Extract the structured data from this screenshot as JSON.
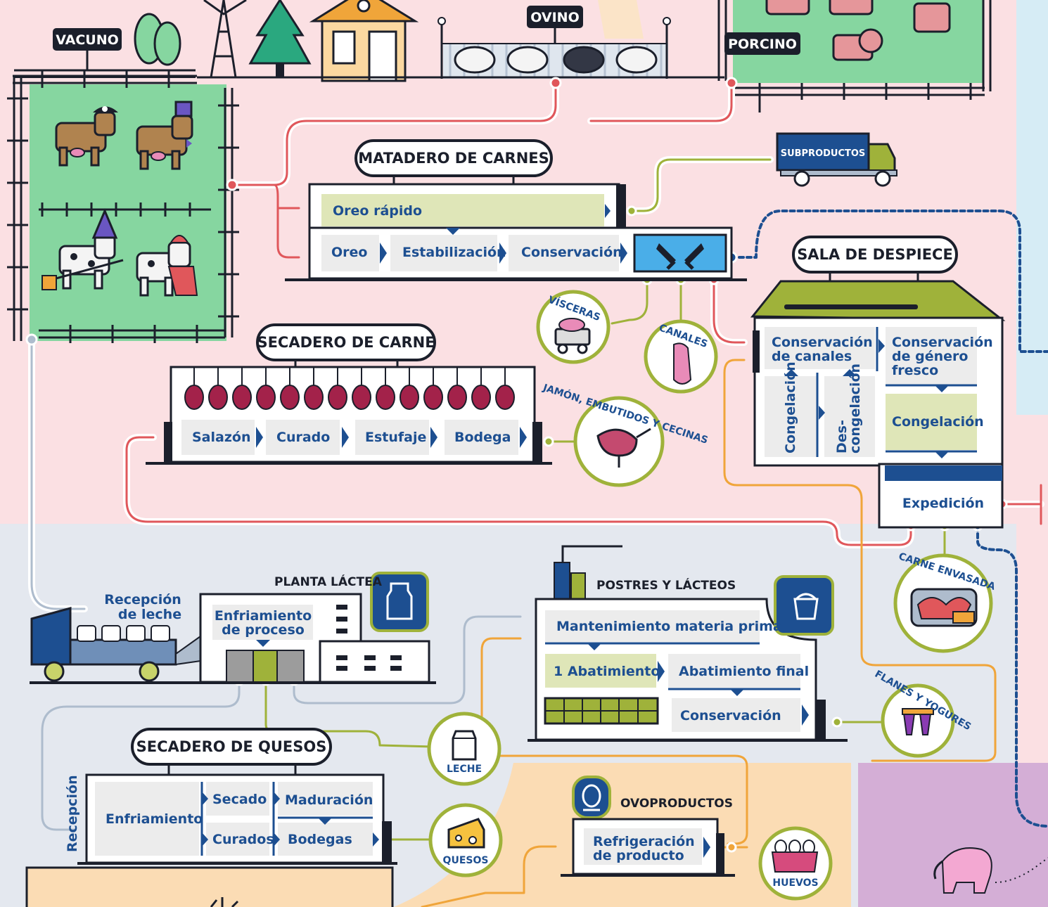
{
  "colors": {
    "pink_bg": "#fbe0e3",
    "grey_bg": "#e4e8ef",
    "peach_bg": "#fbdcb4",
    "purple_bg": "#d4aed6",
    "green_field": "#86d6a0",
    "navy": "#1d4f91",
    "ink": "#1b1f2b",
    "lime": "#9fb23a",
    "step_fill": "#ececec",
    "green_step": "#dfe6b8",
    "red_line": "#e0575b",
    "orange_line": "#f0a53a",
    "grey_line": "#aebccd"
  },
  "animals": {
    "vacuno": "VACUNO",
    "ovino": "OVINO",
    "porcino": "PORCINO"
  },
  "matadero": {
    "title": "MATADERO DE CARNES",
    "oreo_rapido": "Oreo rápido",
    "oreo": "Oreo",
    "estabilizacion": "Estabilización",
    "conservacion": "Conservación",
    "icon": "cleaver-icon"
  },
  "subproductos": "SUBPRODUCTOS",
  "despiece": {
    "title": "SALA DE DESPIECE",
    "cons_canales": [
      "Conservación",
      "de canales"
    ],
    "cons_fresco": [
      "Conservación",
      "de género",
      "fresco"
    ],
    "congelacion_v": "Congelación",
    "descongelacion_v": [
      "Des-",
      "congelación"
    ],
    "congelacion": "Congelación",
    "expedicion": "Expedición"
  },
  "secadero_carne": {
    "title": "SECADERO DE CARNE",
    "steps": [
      "Salazón",
      "Curado",
      "Estufaje",
      "Bodega"
    ]
  },
  "badges": {
    "visceras": "VÍSCERAS",
    "canales": "CANALES",
    "jamon": "JAMÓN, EMBUTIDOS Y CECINAS",
    "carne_envasada": "CARNE ENVASADA",
    "flanes": "FLANES Y YOGURES",
    "leche": "LECHE",
    "quesos": "QUESOS",
    "huevos": "HUEVOS"
  },
  "lactea": {
    "title": "PLANTA LÁCTEA",
    "recepcion": [
      "Recepción",
      "de leche"
    ],
    "enfriamiento": [
      "Enfriamiento",
      "de proceso"
    ],
    "icon": "milk-can-icon"
  },
  "postres": {
    "title": "POSTRES Y LÁCTEOS",
    "mantenimiento": "Mantenimiento materia prima",
    "abatimiento1": "1  Abatimiento",
    "abatimiento_final": "Abatimiento final",
    "conservacion": "Conservación",
    "icon": "yogurt-cup-icon"
  },
  "quesos": {
    "title": "SECADERO DE QUESOS",
    "recepcion": "Recepción",
    "enfriamiento": "Enfriamiento",
    "secado": "Secado",
    "maduracion": "Maduración",
    "curados": "Curados",
    "bodegas": "Bodegas"
  },
  "ovoproductos": {
    "title": "OVOPRODUCTOS",
    "refrigeracion": [
      "Refrigeración",
      "de producto"
    ],
    "icon": "egg-icon"
  }
}
